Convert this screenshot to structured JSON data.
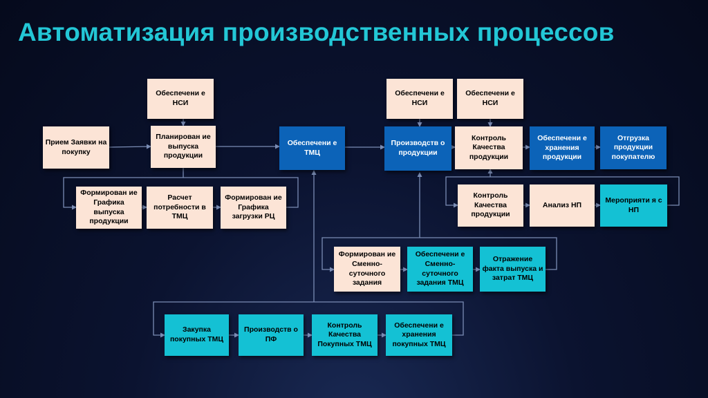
{
  "title": "Автоматизация производственных процессов",
  "colors": {
    "title": "#23c7d6",
    "peach": "#fce4d6",
    "blue": "#0c63b8",
    "cyan": "#14c1d4",
    "line": "#7b8db5"
  },
  "boxes": {
    "nsi1": "Обеспечени е НСИ",
    "priem": "Прием Заявки на покупку",
    "planirovanie": "Планирован ие выпуска продукции",
    "form_grafika": "Формирован ие Графика выпуска продукции",
    "raschet": "Расчет потребности в ТМЦ",
    "form_rc": "Формирован ие Графика загрузки РЦ",
    "obesp_tmc": "Обеспечени е ТМЦ",
    "nsi2": "Обеспечени е НСИ",
    "proizvodstvo": "Производств о продукции",
    "nsi3": "Обеспечени е НСИ",
    "kontrol1": "Контроль Качества продукции",
    "hranenie1": "Обеспечени е хранения продукции",
    "otgruzka": "Отгрузка продукции покупателю",
    "kontrol2": "Контроль Качества продукции",
    "analiz": "Анализ НП",
    "meropriyatiya": "Мероприяти я с НП",
    "form_smenno": "Формирован ие Сменно-суточного задания",
    "obesp_smenno": "Обеспечени е Сменно-суточного задания ТМЦ",
    "otrazhenie": "Отражение факта выпуска и затрат ТМЦ",
    "zakupka": "Закупка покупных ТМЦ",
    "proizv_pf": "Производств о ПФ",
    "kontrol_pokup": "Контроль Качества Покупных ТМЦ",
    "hranenie_pokup": "Обеспечени е хранения покупных ТМЦ"
  }
}
